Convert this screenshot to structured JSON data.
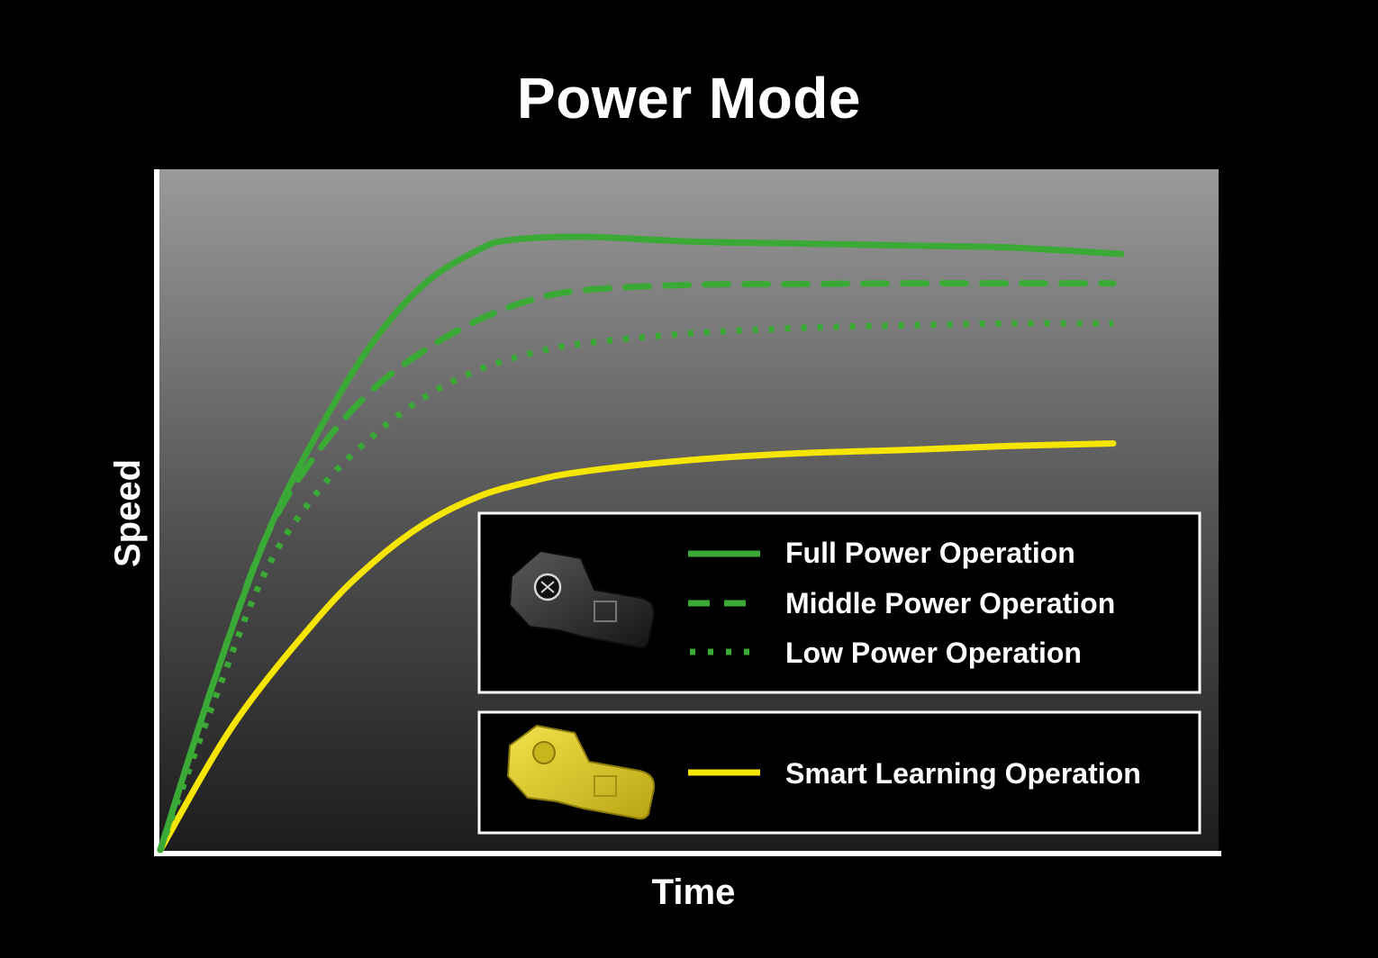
{
  "chart_data": {
    "type": "line",
    "title": "Power Mode",
    "xlabel": "Time",
    "ylabel": "Speed",
    "xlim": [
      0,
      100
    ],
    "ylim": [
      0,
      100
    ],
    "grid": false,
    "legend_placement": "bottom-right",
    "series": [
      {
        "name": "Full Power Operation",
        "style": "solid",
        "color": "#3aa935",
        "legend_group": "black-key",
        "x": [
          0,
          5,
          10,
          15,
          20,
          25,
          30,
          33,
          40,
          50,
          60,
          70,
          80,
          90,
          90.1
        ],
        "y": [
          0,
          25,
          47,
          63,
          76,
          85,
          90,
          91.5,
          92,
          91.3,
          91,
          90.7,
          90.4,
          89.5,
          89.5
        ]
      },
      {
        "name": "Middle Power Operation",
        "style": "dashed",
        "color": "#3aa935",
        "legend_group": "black-key",
        "x": [
          0,
          5,
          10,
          15,
          20,
          25,
          30,
          35,
          40,
          50,
          60,
          70,
          80,
          90
        ],
        "y": [
          0,
          25,
          47,
          60,
          69,
          75,
          79.5,
          82.5,
          84,
          84.8,
          84.9,
          85,
          85,
          85
        ]
      },
      {
        "name": "Low Power Operation",
        "style": "dotted",
        "color": "#3aa935",
        "legend_group": "black-key",
        "x": [
          0,
          5,
          10,
          15,
          20,
          25,
          30,
          35,
          40,
          50,
          60,
          70,
          80,
          90
        ],
        "y": [
          0,
          22,
          42,
          54,
          62,
          68,
          72,
          74.5,
          76,
          77.5,
          78.3,
          78.7,
          79,
          79
        ]
      },
      {
        "name": "Smart Learning Operation",
        "style": "solid",
        "color": "#f6e500",
        "legend_group": "yellow-key",
        "x": [
          0,
          7,
          15,
          20,
          25,
          30,
          35,
          40,
          50,
          60,
          70,
          80,
          90
        ],
        "y": [
          0,
          19,
          35,
          43,
          49,
          53,
          55.3,
          56.8,
          58.5,
          59.5,
          60,
          60.6,
          61
        ]
      }
    ]
  },
  "colors": {
    "background": "#000000",
    "plot_gradient_top": "#9a9a9a",
    "plot_gradient_bottom": "#1c1c1c",
    "axis": "#ffffff",
    "green": "#3aa935",
    "yellow": "#f6e500",
    "legend_box_fill": "#000000",
    "legend_box_border": "#ffffff"
  },
  "icons": {
    "black_key": "black-smart-key-icon",
    "yellow_key": "yellow-slo-key-icon"
  }
}
